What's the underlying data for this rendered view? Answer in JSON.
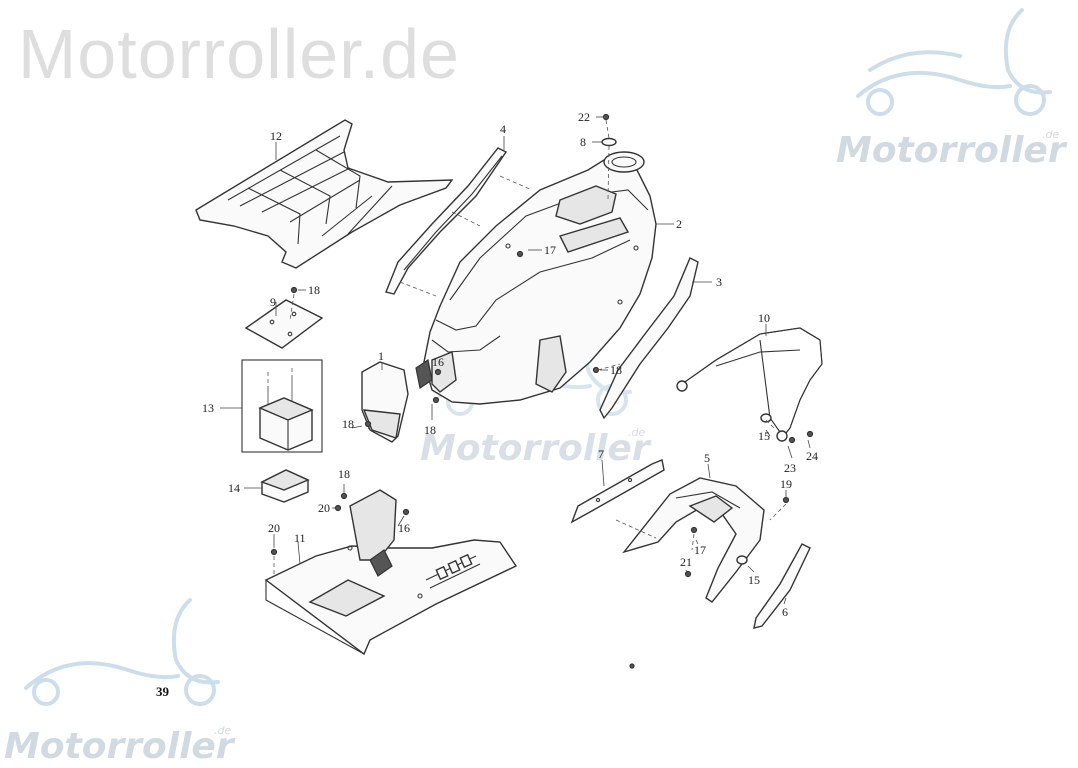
{
  "brand": {
    "title": "Motorroller.de"
  },
  "watermarks": [
    {
      "id": "top-right",
      "text": "Motorroller",
      "suffix": ".de"
    },
    {
      "id": "center",
      "text": "Motorroller",
      "suffix": ".de"
    },
    {
      "id": "bottom-left",
      "text": "Motorroller",
      "suffix": ".de"
    }
  ],
  "page_number": "39",
  "callouts": [
    "1",
    "2",
    "3",
    "4",
    "5",
    "6",
    "7",
    "8",
    "9",
    "10",
    "11",
    "12",
    "13",
    "14",
    "15",
    "16",
    "17",
    "18",
    "19",
    "20",
    "21",
    "22",
    "23",
    "24"
  ]
}
